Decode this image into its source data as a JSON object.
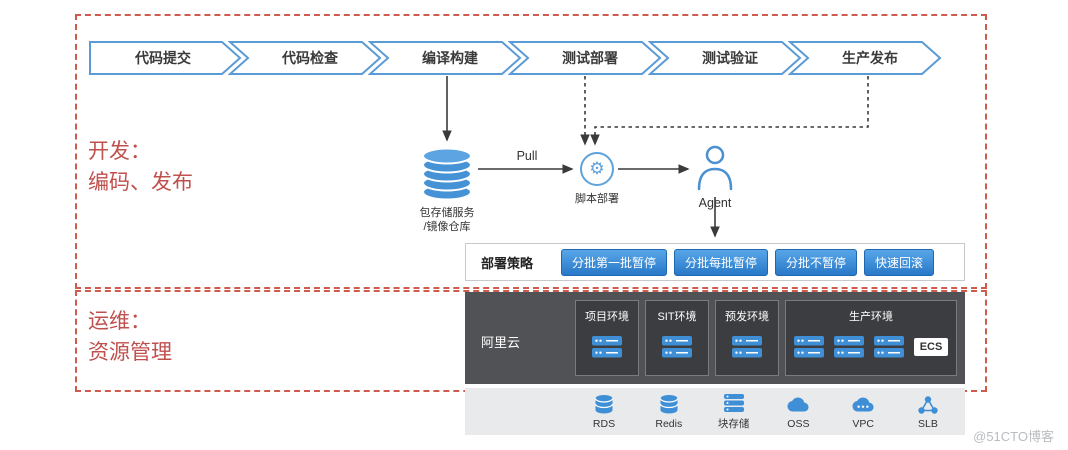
{
  "pipeline": {
    "steps": [
      {
        "label": "代码提交"
      },
      {
        "label": "代码检查"
      },
      {
        "label": "编译构建"
      },
      {
        "label": "测试部署"
      },
      {
        "label": "测试验证"
      },
      {
        "label": "生产发布"
      }
    ]
  },
  "sections": {
    "dev_line1": "开发：",
    "dev_line2": "编码、发布",
    "ops_line1": "运维：",
    "ops_line2": "资源管理"
  },
  "middle": {
    "repo_line1": "包存储服务",
    "repo_line2": "/镜像仓库",
    "pull_label": "Pull",
    "script_label": "脚本部署",
    "agent_label": "Agent"
  },
  "deploy_strategy": {
    "title": "部署策略",
    "buttons": [
      "分批第一批暂停",
      "分批每批暂停",
      "分批不暂停",
      "快速回滚"
    ]
  },
  "cloud": {
    "provider": "阿里云",
    "environments": [
      {
        "label": "项目环境",
        "servers": 1
      },
      {
        "label": "SIT环境",
        "servers": 1
      },
      {
        "label": "预发环境",
        "servers": 1
      },
      {
        "label": "生产环境",
        "servers": 3,
        "badge": "ECS"
      }
    ],
    "services": [
      {
        "label": "RDS",
        "icon": "database-icon"
      },
      {
        "label": "Redis",
        "icon": "database-icon"
      },
      {
        "label": "块存储",
        "icon": "block-storage-icon"
      },
      {
        "label": "OSS",
        "icon": "cloud-storage-icon"
      },
      {
        "label": "VPC",
        "icon": "cloud-network-icon"
      },
      {
        "label": "SLB",
        "icon": "load-balancer-icon"
      }
    ]
  },
  "watermark": "@51CTO博客",
  "colors": {
    "pipeline_border": "#5b9bd5",
    "section_dashed": "#cf5b4c",
    "red_text": "#c0504d",
    "button_blue": "#2878c8",
    "icon_blue": "#3f8fd6",
    "cloud_box_gray": "#515255",
    "env_box_dark": "#3c3d40"
  }
}
